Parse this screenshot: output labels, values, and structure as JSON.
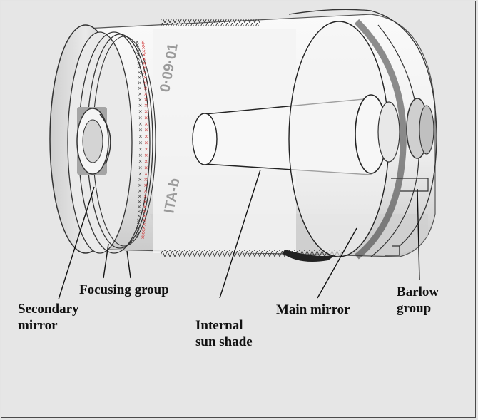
{
  "colors": {
    "background": "#e6e6e6",
    "frame": "#4a4a4a",
    "line": "#111111",
    "lens_body": "#f2f2f2",
    "lens_shadow": "#c4c4c4",
    "focus_marks": "#d23232"
  },
  "labels": {
    "secondary_mirror": [
      "Secondary",
      "mirror"
    ],
    "focusing_group": "Focusing group",
    "internal_sun_shade": [
      "Internal",
      "sun shade"
    ],
    "main_mirror": "Main mirror",
    "barlow_group": [
      "Barlow",
      "group"
    ]
  },
  "engravings": {
    "ring_text": "0·09·01",
    "side_text": "ITA-b"
  }
}
